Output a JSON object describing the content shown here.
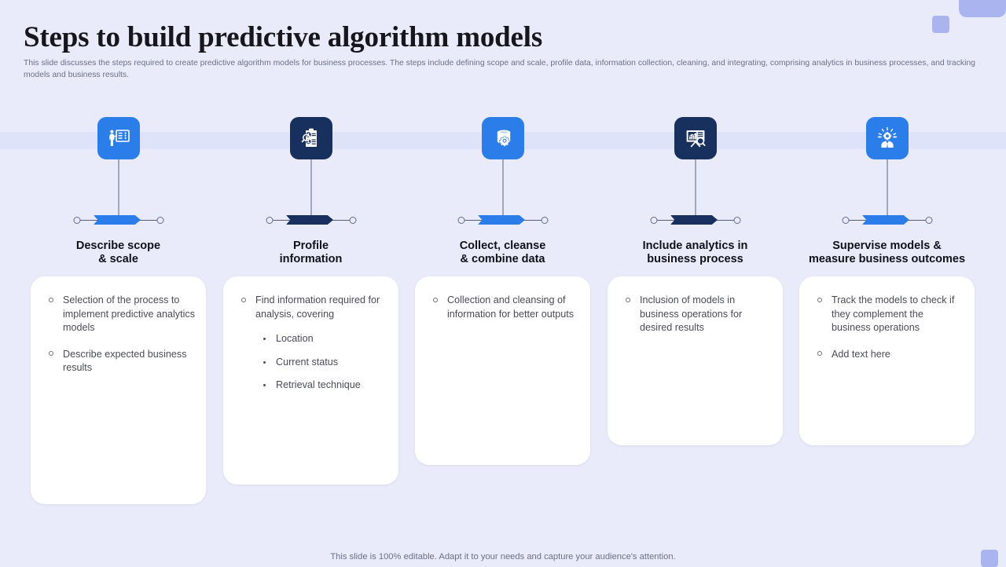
{
  "slide": {
    "title": "Steps to build predictive algorithm models",
    "subtitle": "This slide discusses the steps required to create predictive algorithm models for business processes. The steps include defining scope and scale, profile data, information collection, cleaning, and integrating, comprising analytics in business processes, and tracking models and business results.",
    "footer": "This slide is 100% editable. Adapt it to your needs and capture your audience's attention."
  },
  "colors": {
    "background": "#e9ebfb",
    "band": "#dfe3fa",
    "accent_blue": "#2b7de9",
    "accent_navy": "#17305e",
    "deco": "#aab4ef",
    "title_text": "#16161c",
    "body_text": "#4b4c58",
    "muted_text": "#6d6f86"
  },
  "steps": [
    {
      "icon": "presenter-board-icon",
      "icon_style": "blue",
      "bar_style": "blue",
      "title_line1": "Describe scope",
      "title_line2": "& scale",
      "card_height": "card-h290",
      "bullets": [
        {
          "text": "Selection of the process to implement predictive analytics models",
          "sub": []
        },
        {
          "text": "Describe expected business results",
          "sub": []
        }
      ]
    },
    {
      "icon": "profile-clipboard-search-icon",
      "icon_style": "navy",
      "bar_style": "navy",
      "title_line1": "Profile",
      "title_line2": "information",
      "card_height": "card-h265",
      "bullets": [
        {
          "text": "Find information required for analysis, covering",
          "sub": [
            "Location",
            "Current status",
            "Retrieval technique"
          ]
        }
      ]
    },
    {
      "icon": "database-gear-icon",
      "icon_style": "blue",
      "bar_style": "blue",
      "title_line1": "Collect, cleanse",
      "title_line2": "& combine data",
      "card_height": "card-h240",
      "bullets": [
        {
          "text": "Collection and cleansing of information for better outputs",
          "sub": []
        }
      ]
    },
    {
      "icon": "analytics-board-search-icon",
      "icon_style": "navy",
      "bar_style": "navy",
      "title_line1": "Include analytics in",
      "title_line2": "business process",
      "card_height": "card-h215",
      "bullets": [
        {
          "text": "Inclusion of models in business operations for desired results",
          "sub": []
        }
      ]
    },
    {
      "icon": "person-gear-idea-icon",
      "icon_style": "blue",
      "bar_style": "blue",
      "title_line1": "Supervise models &",
      "title_line2": "measure business outcomes",
      "card_height": "card-h215",
      "bullets": [
        {
          "text": "Track the models to check if they complement the business operations",
          "sub": []
        },
        {
          "text": "Add text here",
          "sub": []
        }
      ]
    }
  ]
}
